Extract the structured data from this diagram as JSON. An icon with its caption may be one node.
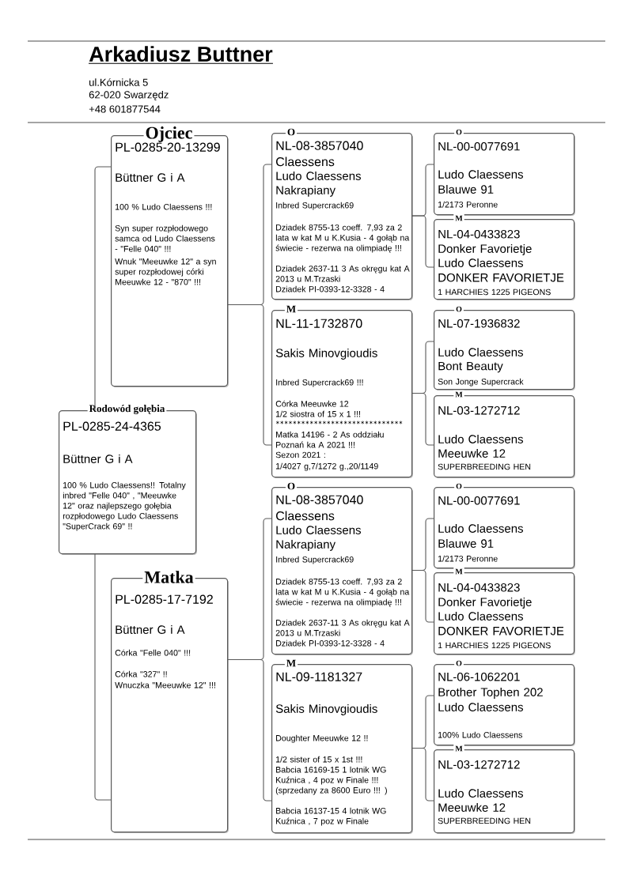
{
  "diagram": {
    "title": "Arkadiusz Buttner",
    "nodes": [
      {
        "text": [
          "Rodowód gołębia",
          "PL-0285-24-4365",
          "Büttner G i A",
          "100 % Ludo Claessens!! Totalny inbred \"Felle 040\" , \"Meeuwke 12\" oraz najlepszego gołębia rozpłodowego Ludo Claessens \"SuperCrack 69\" !!"
        ]
      },
      {
        "text": [
          "Ojciec",
          "PL-0285-20-13299",
          "Büttner G i A",
          "100 % Ludo Claessens !!!",
          "Syn super rozpłodowego samca od Ludo Claessens - \"Felle 040\" !!!",
          "Wnuk \"Meeuwke 12\" a syn super rozpłodowej córki Meeuwke 12 - \"870\" !!!"
        ]
      },
      {
        "text": [
          "O",
          "NL-08-3857040",
          "Claessens",
          "Ludo Claessens",
          "Nakrapiany",
          "Inbred Supercrack69",
          "Dziadek 8755-13 coeff. 7,93 za 2 lata w kat M u K.Kusia - 4 gołąb na świecie - rezerwa na olimpiadę !!!",
          "Dziadek 2637-11 3 As okręgu kat A 2013 u M.Trzaski",
          "Dziadek PI-0393-12-3328 - 4"
        ]
      },
      {
        "text": [
          "O",
          "NL-00-0077691",
          "Ludo Claessens",
          "Blauwe 91",
          "1/2173 Peronne"
        ]
      },
      {
        "text": [
          "M",
          "NL-04-0433823",
          "Donker Favorietje",
          "Ludo Claessens",
          "DONKER FAVORIETJE",
          "1 HARCHIES 1225 PIGEONS"
        ]
      },
      {
        "text": [
          "M",
          "NL-11-1732870",
          "Sakis Minovgioudis",
          "Inbred Supercrack69 !!!",
          "Córka Meeuwke 12",
          "1/2 siostra of 15 x 1 !!!",
          "∗∗∗∗∗∗∗∗∗∗∗∗∗∗∗∗∗∗∗∗∗∗∗∗∗∗∗∗∗∗",
          "Matka 14196 - 2 As oddziału Poznań ka A 2021 !!!",
          "Sezon 2021 :",
          "1/4027 g,7/1272 g.,20/1149"
        ]
      },
      {
        "text": [
          "O",
          "NL-07-1936832",
          "Ludo Claessens",
          "Bont Beauty",
          "Son Jonge Supercrack"
        ]
      },
      {
        "text": [
          "M",
          "NL-03-1272712",
          "Ludo Claessens",
          "Meeuwke 12",
          "SUPERBREEDING HEN"
        ]
      },
      {
        "text": [
          "Matka",
          "PL-0285-17-7192",
          "Büttner G i A",
          "Córka \"Felle 040\" !!!",
          "Córka \"327\" !!",
          "Wnuczka \"Meeuwke 12\" !!!"
        ]
      },
      {
        "text": [
          "O",
          "NL-08-3857040",
          "Claessens",
          "Ludo Claessens",
          "Nakrapiany",
          "Inbred Supercrack69",
          "Dziadek 8755-13 coeff. 7,93 za 2 lata w kat M u K.Kusia - 4 gołąb na świecie - rezerwa na olimpiadę !!!",
          "Dziadek 2637-11 3 As okręgu kat A 2013 u M.Trzaski",
          "Dziadek PI-0393-12-3328 - 4"
        ]
      },
      {
        "text": [
          "O",
          "NL-00-0077691",
          "Ludo Claessens",
          "Blauwe 91",
          "1/2173 Peronne"
        ]
      },
      {
        "text": [
          "M",
          "NL-04-0433823",
          "Donker Favorietje",
          "Ludo Claessens",
          "DONKER FAVORIETJE",
          "1 HARCHIES 1225 PIGEONS"
        ]
      },
      {
        "text": [
          "M",
          "NL-09-1181327",
          "Sakis Minovgioudis",
          "Doughter Meeuwke 12 !!",
          "1/2 sister of 15 x 1st !!!",
          "Babcia 16169-15 1 lotnik WG Kuźnica , 4 poz w Finale !!!",
          "(sprzedany za 8600 Euro !!! )",
          "Babcia 16137-15 4 lotnik WG Kuźnica , 7 poz w Finale"
        ]
      },
      {
        "text": [
          "O",
          "NL-06-1062201",
          "Brother Tophen 202",
          "Ludo Claessens",
          "100% Ludo Claessens"
        ]
      },
      {
        "text": [
          "M",
          "NL-03-1272712",
          "Ludo Claessens",
          "Meeuwke 12",
          "SUPERBREEDING HEN"
        ]
      }
    ],
    "edges": [
      {
        "from": 0,
        "to": 1,
        "arrow": "none"
      },
      {
        "from": 0,
        "to": 8,
        "arrow": "none"
      },
      {
        "from": 1,
        "to": 2,
        "arrow": "none"
      },
      {
        "from": 1,
        "to": 5,
        "arrow": "none"
      },
      {
        "from": 2,
        "to": 3,
        "arrow": "none"
      },
      {
        "from": 2,
        "to": 4,
        "arrow": "none"
      },
      {
        "from": 5,
        "to": 6,
        "arrow": "none"
      },
      {
        "from": 5,
        "to": 7,
        "arrow": "none"
      },
      {
        "from": 8,
        "to": 9,
        "arrow": "none"
      },
      {
        "from": 8,
        "to": 12,
        "arrow": "none"
      },
      {
        "from": 9,
        "to": 10,
        "arrow": "none"
      },
      {
        "from": 9,
        "to": 11,
        "arrow": "none"
      },
      {
        "from": 12,
        "to": 13,
        "arrow": "none"
      },
      {
        "from": 12,
        "to": 14,
        "arrow": "none"
      }
    ],
    "labels": [
      "ul.Kórnicka 5",
      "62-020 Swarzędz",
      "+48 601877544"
    ]
  }
}
